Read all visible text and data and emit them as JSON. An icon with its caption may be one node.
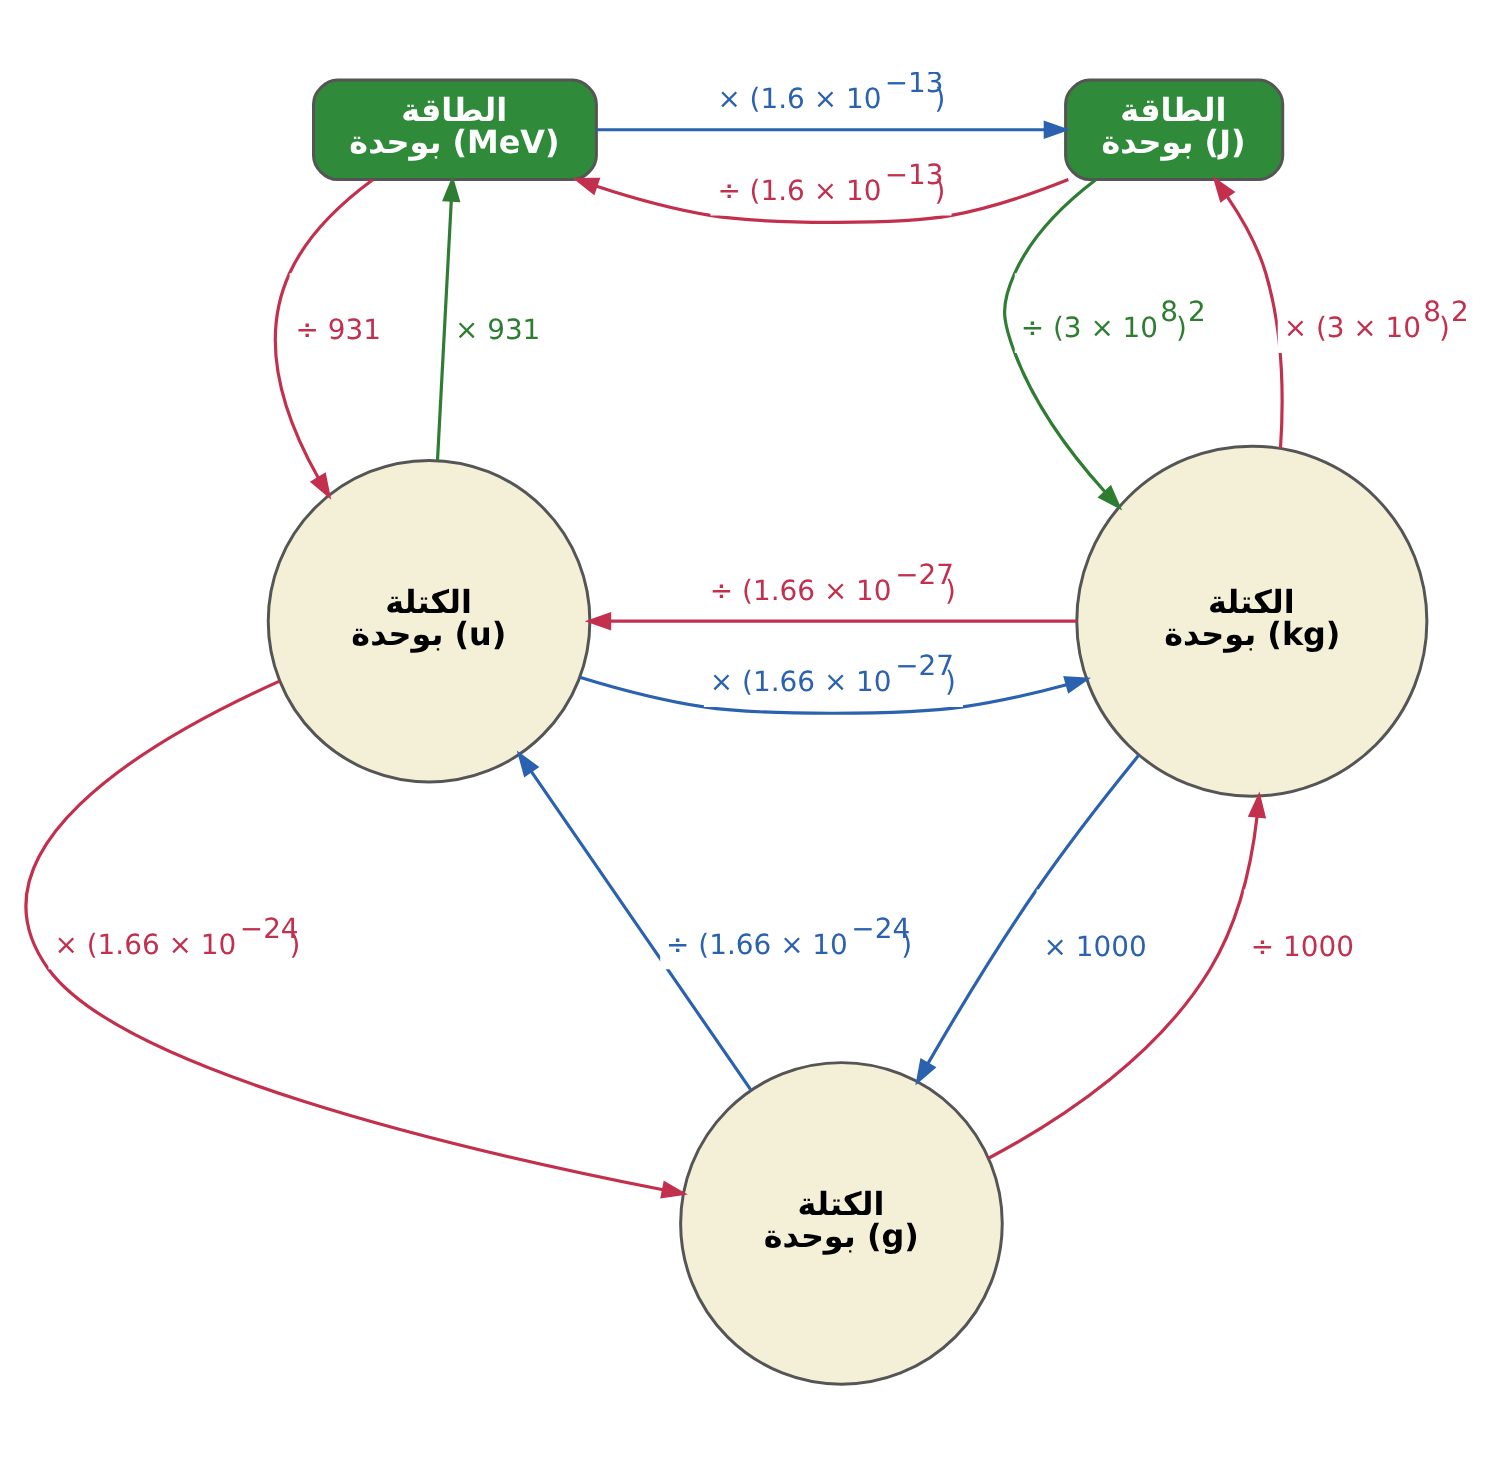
{
  "diagram": {
    "nodes": [
      {
        "text": [
          "الطاقة",
          "بوحدة (MeV)"
        ]
      },
      {
        "text": [
          "الطاقة",
          "بوحدة (J)"
        ]
      },
      {
        "text": [
          "الكتلة",
          "بوحدة (u)"
        ]
      },
      {
        "text": [
          "الكتلة",
          "بوحدة (kg)"
        ]
      },
      {
        "text": [
          "الكتلة",
          "بوحدة (g)"
        ]
      }
    ],
    "edges": [
      {
        "from": 0,
        "to": 1,
        "arrow": "to",
        "label": "× (1.6 × 10$^{−13}$)",
        "color": "#2b62b0"
      },
      {
        "from": 1,
        "to": 0,
        "arrow": "to",
        "label": "÷ (1.6 × 10$^{−13}$)",
        "color": "#c2304e"
      },
      {
        "from": 2,
        "to": 0,
        "arrow": "to",
        "label": "× 931",
        "color": "#2e7d32"
      },
      {
        "from": 0,
        "to": 2,
        "arrow": "to",
        "label": "÷ 931",
        "color": "#c2304e"
      },
      {
        "from": 3,
        "to": 1,
        "arrow": "to",
        "label": "× (3 × 10$^{8}$)$^{2}$",
        "color": "#c2304e"
      },
      {
        "from": 1,
        "to": 3,
        "arrow": "to",
        "label": "÷ (3 × 10$^{8}$)$^{2}$",
        "color": "#2e7d32"
      },
      {
        "from": 3,
        "to": 2,
        "arrow": "to",
        "label": "÷ (1.66 × 10$^{−27}$)",
        "color": "#c2304e"
      },
      {
        "from": 2,
        "to": 3,
        "arrow": "to",
        "label": "× (1.66 × 10$^{−27}$)",
        "color": "#2b62b0"
      },
      {
        "from": 2,
        "to": 4,
        "arrow": "to",
        "label": "× (1.66 × 10$^{−24}$)",
        "color": "#c2304e"
      },
      {
        "from": 4,
        "to": 2,
        "arrow": "to",
        "label": "÷ (1.66 × 10$^{−24}$)",
        "color": "#2b62b0"
      },
      {
        "from": 4,
        "to": 3,
        "arrow": "to",
        "label": "÷ 1000",
        "color": "#c2304e"
      },
      {
        "from": 3,
        "to": 4,
        "arrow": "to",
        "label": "× 1000",
        "color": "#2b62b0"
      }
    ]
  }
}
